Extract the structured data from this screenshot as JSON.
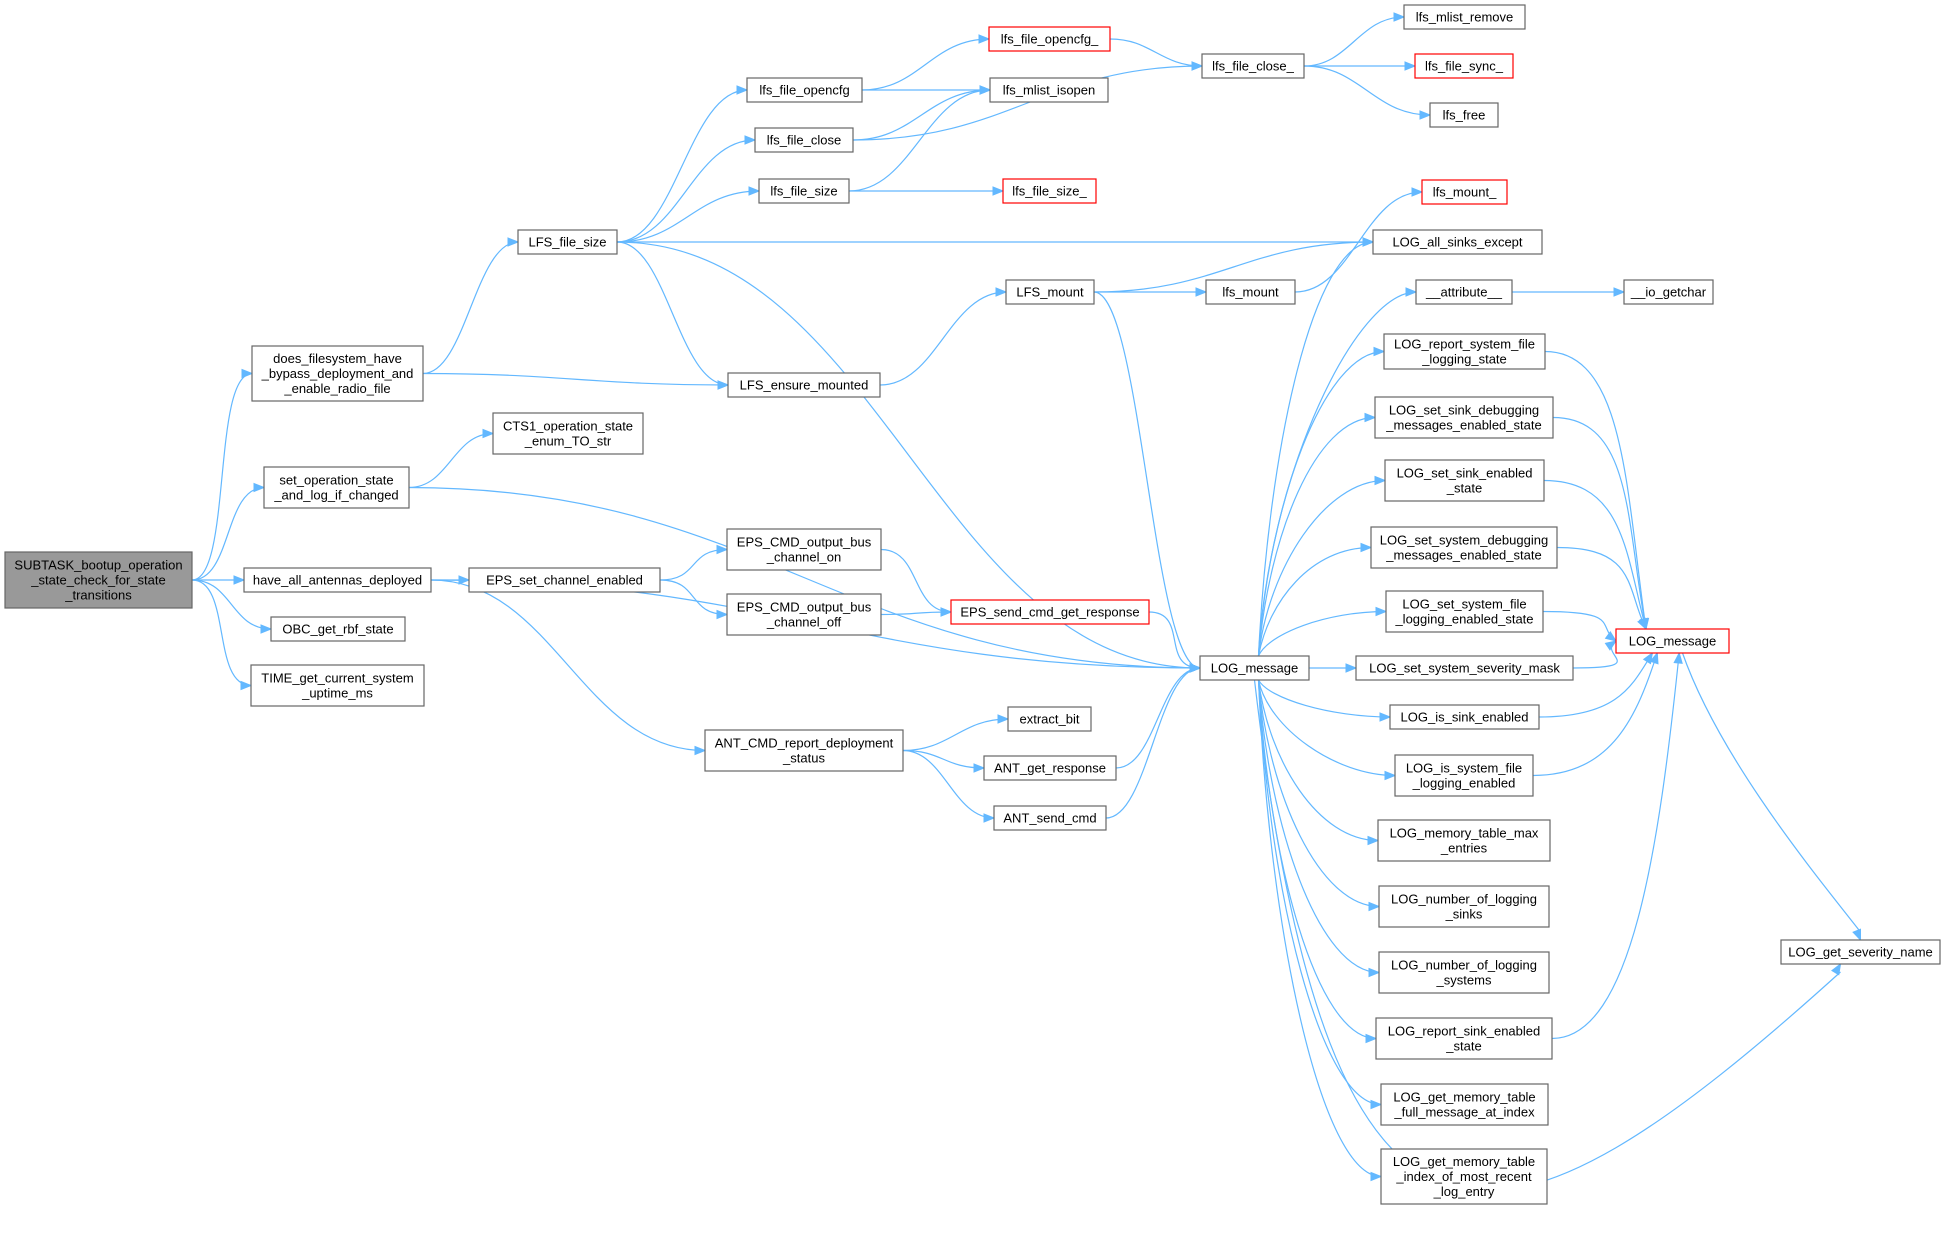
{
  "colors": {
    "edge": "#63b8ff",
    "node_border": "#666666",
    "root_fill": "#999999",
    "truncated_border": "#ff0000"
  },
  "nodes": [
    {
      "id": "subtask",
      "lines": [
        "SUBTASK_bootup_operation",
        "_state_check_for_state",
        "_transitions"
      ],
      "style": "root"
    },
    {
      "id": "does_fs",
      "lines": [
        "does_filesystem_have",
        "_bypass_deployment_and",
        "_enable_radio_file"
      ]
    },
    {
      "id": "set_op",
      "lines": [
        "set_operation_state",
        "_and_log_if_changed"
      ]
    },
    {
      "id": "have_ant",
      "lines": [
        "have_all_antennas_deployed"
      ]
    },
    {
      "id": "obc_rbf",
      "lines": [
        "OBC_get_rbf_state"
      ]
    },
    {
      "id": "time_up",
      "lines": [
        "TIME_get_current_system",
        "_uptime_ms"
      ]
    },
    {
      "id": "LFS_file_size",
      "lines": [
        "LFS_file_size"
      ]
    },
    {
      "id": "cts1_enum",
      "lines": [
        "CTS1_operation_state",
        "_enum_TO_str"
      ]
    },
    {
      "id": "eps_set_ch",
      "lines": [
        "EPS_set_channel_enabled"
      ]
    },
    {
      "id": "lfs_file_opencfg",
      "lines": [
        "lfs_file_opencfg"
      ]
    },
    {
      "id": "lfs_file_close",
      "lines": [
        "lfs_file_close"
      ]
    },
    {
      "id": "lfs_file_size",
      "lines": [
        "lfs_file_size"
      ]
    },
    {
      "id": "LFS_ensure_mounted",
      "lines": [
        "LFS_ensure_mounted"
      ]
    },
    {
      "id": "eps_bus_on",
      "lines": [
        "EPS_CMD_output_bus",
        "_channel_on"
      ]
    },
    {
      "id": "eps_bus_off",
      "lines": [
        "EPS_CMD_output_bus",
        "_channel_off"
      ]
    },
    {
      "id": "ant_report",
      "lines": [
        "ANT_CMD_report_deployment",
        "_status"
      ]
    },
    {
      "id": "lfs_file_opencfg_",
      "lines": [
        "lfs_file_opencfg_"
      ],
      "style": "trunc"
    },
    {
      "id": "lfs_mlist_isopen",
      "lines": [
        "lfs_mlist_isopen"
      ]
    },
    {
      "id": "lfs_file_size_",
      "lines": [
        "lfs_file_size_"
      ],
      "style": "trunc"
    },
    {
      "id": "LFS_mount",
      "lines": [
        "LFS_mount"
      ]
    },
    {
      "id": "eps_send",
      "lines": [
        "EPS_send_cmd_get_response"
      ],
      "style": "trunc"
    },
    {
      "id": "extract_bit",
      "lines": [
        "extract_bit"
      ]
    },
    {
      "id": "ant_get_resp",
      "lines": [
        "ANT_get_response"
      ]
    },
    {
      "id": "ant_send_cmd",
      "lines": [
        "ANT_send_cmd"
      ]
    },
    {
      "id": "lfs_file_close_",
      "lines": [
        "lfs_file_close_"
      ]
    },
    {
      "id": "lfs_mount",
      "lines": [
        "lfs_mount"
      ]
    },
    {
      "id": "LOG_message",
      "lines": [
        "LOG_message"
      ]
    },
    {
      "id": "lfs_mlist_remove",
      "lines": [
        "lfs_mlist_remove"
      ]
    },
    {
      "id": "lfs_file_sync_",
      "lines": [
        "lfs_file_sync_"
      ],
      "style": "trunc"
    },
    {
      "id": "lfs_free",
      "lines": [
        "lfs_free"
      ]
    },
    {
      "id": "lfs_mount_",
      "lines": [
        "lfs_mount_"
      ],
      "style": "trunc"
    },
    {
      "id": "LOG_all_sinks_except",
      "lines": [
        "LOG_all_sinks_except"
      ]
    },
    {
      "id": "attribute",
      "lines": [
        "__attribute__"
      ]
    },
    {
      "id": "log_rep_sys",
      "lines": [
        "LOG_report_system_file",
        "_logging_state"
      ]
    },
    {
      "id": "log_set_sink_dbg",
      "lines": [
        "LOG_set_sink_debugging",
        "_messages_enabled_state"
      ]
    },
    {
      "id": "log_set_sink_en",
      "lines": [
        "LOG_set_sink_enabled",
        "_state"
      ]
    },
    {
      "id": "log_set_sys_dbg",
      "lines": [
        "LOG_set_system_debugging",
        "_messages_enabled_state"
      ]
    },
    {
      "id": "log_set_sys_file",
      "lines": [
        "LOG_set_system_file",
        "_logging_enabled_state"
      ]
    },
    {
      "id": "log_set_sev",
      "lines": [
        "LOG_set_system_severity_mask"
      ]
    },
    {
      "id": "log_is_sink",
      "lines": [
        "LOG_is_sink_enabled"
      ]
    },
    {
      "id": "log_is_sys_file",
      "lines": [
        "LOG_is_system_file",
        "_logging_enabled"
      ]
    },
    {
      "id": "log_mem_max",
      "lines": [
        "LOG_memory_table_max",
        "_entries"
      ]
    },
    {
      "id": "log_num_sinks",
      "lines": [
        "LOG_number_of_logging",
        "_sinks"
      ]
    },
    {
      "id": "log_num_sys",
      "lines": [
        "LOG_number_of_logging",
        "_systems"
      ]
    },
    {
      "id": "log_rep_sink",
      "lines": [
        "LOG_report_sink_enabled",
        "_state"
      ]
    },
    {
      "id": "log_get_full",
      "lines": [
        "LOG_get_memory_table",
        "_full_message_at_index"
      ]
    },
    {
      "id": "log_get_idx",
      "lines": [
        "LOG_get_memory_table",
        "_index_of_most_recent",
        "_log_entry"
      ]
    },
    {
      "id": "io_getchar",
      "lines": [
        "__io_getchar"
      ]
    },
    {
      "id": "LOG_message_r",
      "lines": [
        "LOG_message"
      ],
      "style": "trunc"
    },
    {
      "id": "log_sev_name",
      "lines": [
        "LOG_get_severity_name"
      ]
    }
  ],
  "edges": [
    [
      "subtask",
      "does_fs"
    ],
    [
      "subtask",
      "set_op"
    ],
    [
      "subtask",
      "have_ant"
    ],
    [
      "subtask",
      "obc_rbf"
    ],
    [
      "subtask",
      "time_up"
    ],
    [
      "does_fs",
      "LFS_file_size"
    ],
    [
      "does_fs",
      "LFS_ensure_mounted"
    ],
    [
      "set_op",
      "cts1_enum"
    ],
    [
      "set_op",
      "LOG_message"
    ],
    [
      "have_ant",
      "eps_set_ch"
    ],
    [
      "have_ant",
      "LOG_message"
    ],
    [
      "have_ant",
      "ant_report"
    ],
    [
      "LFS_file_size",
      "lfs_file_opencfg"
    ],
    [
      "LFS_file_size",
      "lfs_file_close"
    ],
    [
      "LFS_file_size",
      "lfs_file_size"
    ],
    [
      "LFS_file_size",
      "LOG_all_sinks_except"
    ],
    [
      "LFS_file_size",
      "LFS_ensure_mounted"
    ],
    [
      "LFS_file_size",
      "LOG_message"
    ],
    [
      "lfs_file_opencfg",
      "lfs_file_opencfg_"
    ],
    [
      "lfs_file_opencfg",
      "lfs_mlist_isopen"
    ],
    [
      "lfs_file_close",
      "lfs_mlist_isopen"
    ],
    [
      "lfs_file_close",
      "lfs_file_close_"
    ],
    [
      "lfs_file_size",
      "lfs_mlist_isopen"
    ],
    [
      "lfs_file_size",
      "lfs_file_size_"
    ],
    [
      "lfs_file_opencfg_",
      "lfs_file_close_"
    ],
    [
      "lfs_file_close_",
      "lfs_mlist_remove"
    ],
    [
      "lfs_file_close_",
      "lfs_file_sync_"
    ],
    [
      "lfs_file_close_",
      "lfs_free"
    ],
    [
      "LFS_ensure_mounted",
      "LFS_mount"
    ],
    [
      "LFS_mount",
      "lfs_mount"
    ],
    [
      "LFS_mount",
      "LOG_all_sinks_except"
    ],
    [
      "LFS_mount",
      "LOG_message"
    ],
    [
      "lfs_mount",
      "lfs_mount_"
    ],
    [
      "eps_set_ch",
      "eps_bus_on"
    ],
    [
      "eps_set_ch",
      "eps_bus_off"
    ],
    [
      "eps_bus_on",
      "eps_send"
    ],
    [
      "eps_bus_off",
      "eps_send"
    ],
    [
      "eps_send",
      "LOG_message"
    ],
    [
      "ant_report",
      "extract_bit"
    ],
    [
      "ant_report",
      "ant_get_resp"
    ],
    [
      "ant_report",
      "ant_send_cmd"
    ],
    [
      "ant_get_resp",
      "LOG_message"
    ],
    [
      "ant_send_cmd",
      "LOG_message"
    ],
    [
      "LOG_message",
      "LOG_all_sinks_except"
    ],
    [
      "LOG_message",
      "attribute"
    ],
    [
      "LOG_message",
      "log_rep_sys"
    ],
    [
      "LOG_message",
      "log_set_sink_dbg"
    ],
    [
      "LOG_message",
      "log_set_sink_en"
    ],
    [
      "LOG_message",
      "log_set_sys_dbg"
    ],
    [
      "LOG_message",
      "log_set_sys_file"
    ],
    [
      "LOG_message",
      "log_set_sev"
    ],
    [
      "LOG_message",
      "log_is_sink"
    ],
    [
      "LOG_message",
      "log_is_sys_file"
    ],
    [
      "LOG_message",
      "log_mem_max"
    ],
    [
      "LOG_message",
      "log_num_sinks"
    ],
    [
      "LOG_message",
      "log_num_sys"
    ],
    [
      "LOG_message",
      "log_rep_sink"
    ],
    [
      "LOG_message",
      "log_get_full"
    ],
    [
      "LOG_message",
      "log_get_idx"
    ],
    [
      "LOG_message",
      "log_sev_name"
    ],
    [
      "attribute",
      "io_getchar"
    ],
    [
      "log_rep_sys",
      "LOG_message_r"
    ],
    [
      "log_set_sink_dbg",
      "LOG_message_r"
    ],
    [
      "log_set_sink_en",
      "LOG_message_r"
    ],
    [
      "log_set_sys_dbg",
      "LOG_message_r"
    ],
    [
      "log_set_sys_file",
      "LOG_message_r"
    ],
    [
      "log_set_sev",
      "LOG_message_r"
    ],
    [
      "log_is_sink",
      "LOG_message_r"
    ],
    [
      "log_is_sys_file",
      "LOG_message_r"
    ],
    [
      "log_rep_sink",
      "LOG_message_r"
    ],
    [
      "LOG_message_r",
      "log_sev_name"
    ]
  ]
}
